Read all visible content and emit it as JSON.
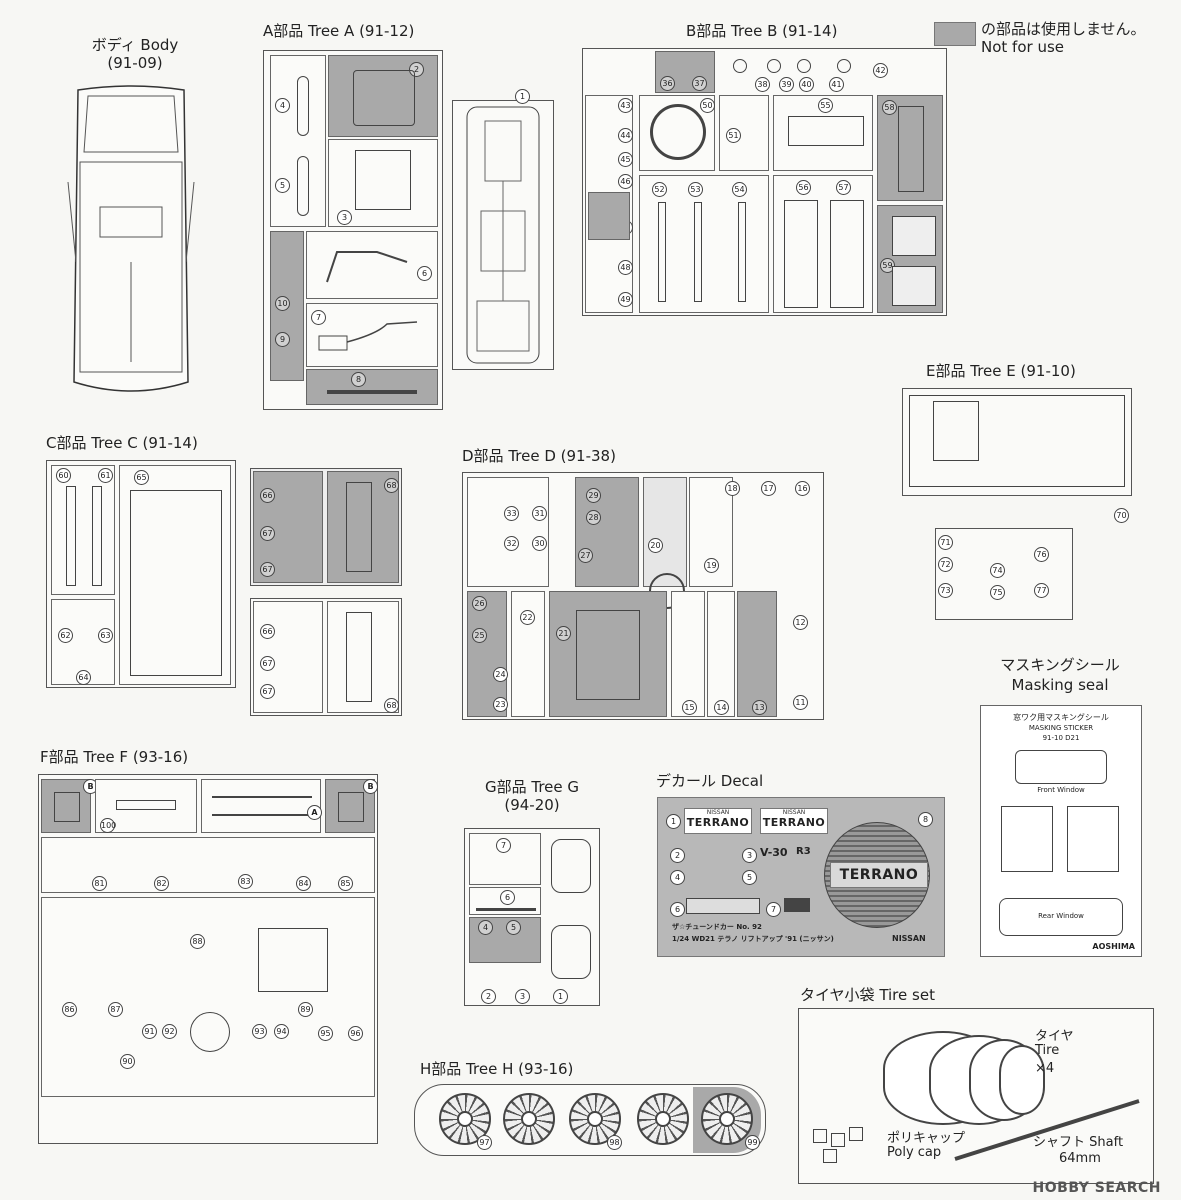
{
  "legend": {
    "jp": "の部品は使用しません。",
    "en": "Not for use",
    "swatch_color": "#a9a9a9"
  },
  "body": {
    "title": "ボディ Body",
    "code": "(91-09)"
  },
  "tree_a": {
    "title": "A部品 Tree A (91-12)",
    "nums": [
      "1",
      "2",
      "3",
      "4",
      "5",
      "6",
      "7",
      "8",
      "9",
      "10"
    ]
  },
  "tree_b": {
    "title": "B部品 Tree B (91-14)",
    "nums": [
      "36",
      "37",
      "38",
      "39",
      "40",
      "41",
      "42",
      "43",
      "44",
      "45",
      "46",
      "47",
      "48",
      "49",
      "50",
      "51",
      "52",
      "53",
      "54",
      "55",
      "56",
      "57",
      "58",
      "59"
    ]
  },
  "tree_c": {
    "title": "C部品 Tree C (91-14)",
    "nums": [
      "60",
      "61",
      "62",
      "63",
      "64",
      "65",
      "66",
      "67",
      "67",
      "68",
      "66",
      "67",
      "67",
      "68"
    ]
  },
  "tree_d": {
    "title": "D部品 Tree D (91-38)",
    "nums": [
      "11",
      "12",
      "13",
      "14",
      "15",
      "16",
      "17",
      "18",
      "19",
      "20",
      "21",
      "22",
      "23",
      "24",
      "25",
      "26",
      "27",
      "28",
      "29",
      "30",
      "31",
      "32",
      "33"
    ]
  },
  "tree_e": {
    "title": "E部品 Tree E (91-10)",
    "nums": [
      "70",
      "71",
      "72",
      "73",
      "74",
      "75",
      "76",
      "77"
    ]
  },
  "tree_f": {
    "title": "F部品 Tree F (93-16)",
    "nums": [
      "81",
      "82",
      "83",
      "84",
      "85",
      "86",
      "87",
      "88",
      "89",
      "90",
      "91",
      "92",
      "93",
      "94",
      "95",
      "96",
      "100"
    ],
    "markers": [
      "B",
      "A",
      "B"
    ]
  },
  "tree_g": {
    "title": "G部品 Tree G",
    "code": "(94-20)",
    "nums": [
      "7",
      "6",
      "4",
      "5",
      "2",
      "3",
      "1"
    ]
  },
  "tree_h": {
    "title": "H部品 Tree H (93-16)",
    "nums": [
      "97",
      "98",
      "99"
    ]
  },
  "decal": {
    "title": "デカール Decal",
    "brand_small": "NISSAN",
    "brand_big": "TERRANO",
    "v30": "V-30",
    "rtext": "R3",
    "logo": "TERRANO",
    "nissan": "NISSAN",
    "line1": "ザ☆チューンドカー No. 92",
    "line2": "1/24 WD21 テラノ リフトアップ '91 (ニッサン)",
    "nums": [
      "1",
      "2",
      "3",
      "4",
      "5",
      "6",
      "7",
      "8"
    ]
  },
  "masking": {
    "title_jp": "マスキングシール",
    "title_en": "Masking seal",
    "sheet_title": "窓ワク用マスキングシール",
    "sheet_sub": "MASKING STICKER",
    "sheet_code": "91-10 D21",
    "front_window": "Front Window",
    "rear_window": "Rear Window",
    "maker": "AOSHIMA"
  },
  "tires": {
    "title": "タイヤ小袋 Tire set",
    "tire_jp": "タイヤ",
    "tire_en": "Tire",
    "tire_qty": "×4",
    "poly_jp": "ポリキャップ",
    "poly_en": "Poly cap",
    "shaft": "シャフト Shaft",
    "shaft_len": "64mm"
  },
  "watermark": "HOBBY SEARCH"
}
